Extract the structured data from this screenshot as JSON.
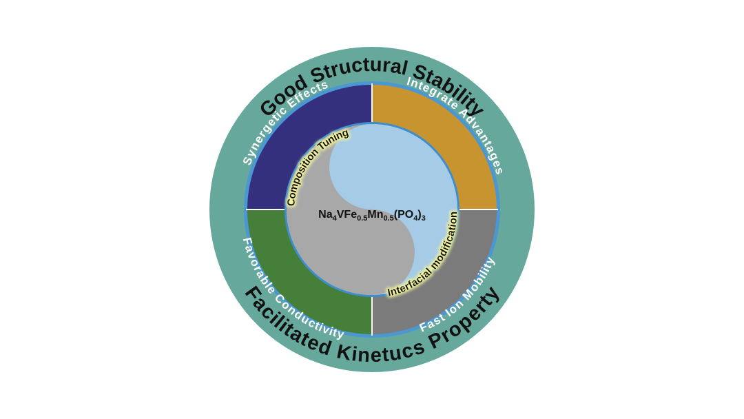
{
  "outer_ring": {
    "top_label": "Good Structural Stability",
    "bottom_label": "Facilitated Kinetucs Property"
  },
  "quadrants": [
    {
      "label": "Synergetic Effects",
      "color": "#35307e"
    },
    {
      "label": "Integrate Advantages",
      "color": "#c8942f"
    },
    {
      "label": "Fast Ion Mobility",
      "color": "#7b7b7b"
    },
    {
      "label": "Favorable Conductivity",
      "color": "#467f3a"
    }
  ],
  "inner_labels": {
    "left": "Composition Tuning",
    "right": "Interfacial modification"
  },
  "formula": {
    "parts": [
      {
        "t": "Na",
        "sub": false
      },
      {
        "t": "4",
        "sub": true
      },
      {
        "t": "VFe",
        "sub": false
      },
      {
        "t": "0.5",
        "sub": true
      },
      {
        "t": "Mn",
        "sub": false
      },
      {
        "t": "0.5",
        "sub": true
      },
      {
        "t": "(PO",
        "sub": false
      },
      {
        "t": "4",
        "sub": true
      },
      {
        "t": ")",
        "sub": false
      },
      {
        "t": "3",
        "sub": true
      }
    ]
  },
  "colors": {
    "outer_ring": "#66a89c",
    "blue_ring": "#4b97d1",
    "yin_gray": "#a8a8a8",
    "yang_blue": "#a5cbe6",
    "glow": "#f2f29a"
  }
}
